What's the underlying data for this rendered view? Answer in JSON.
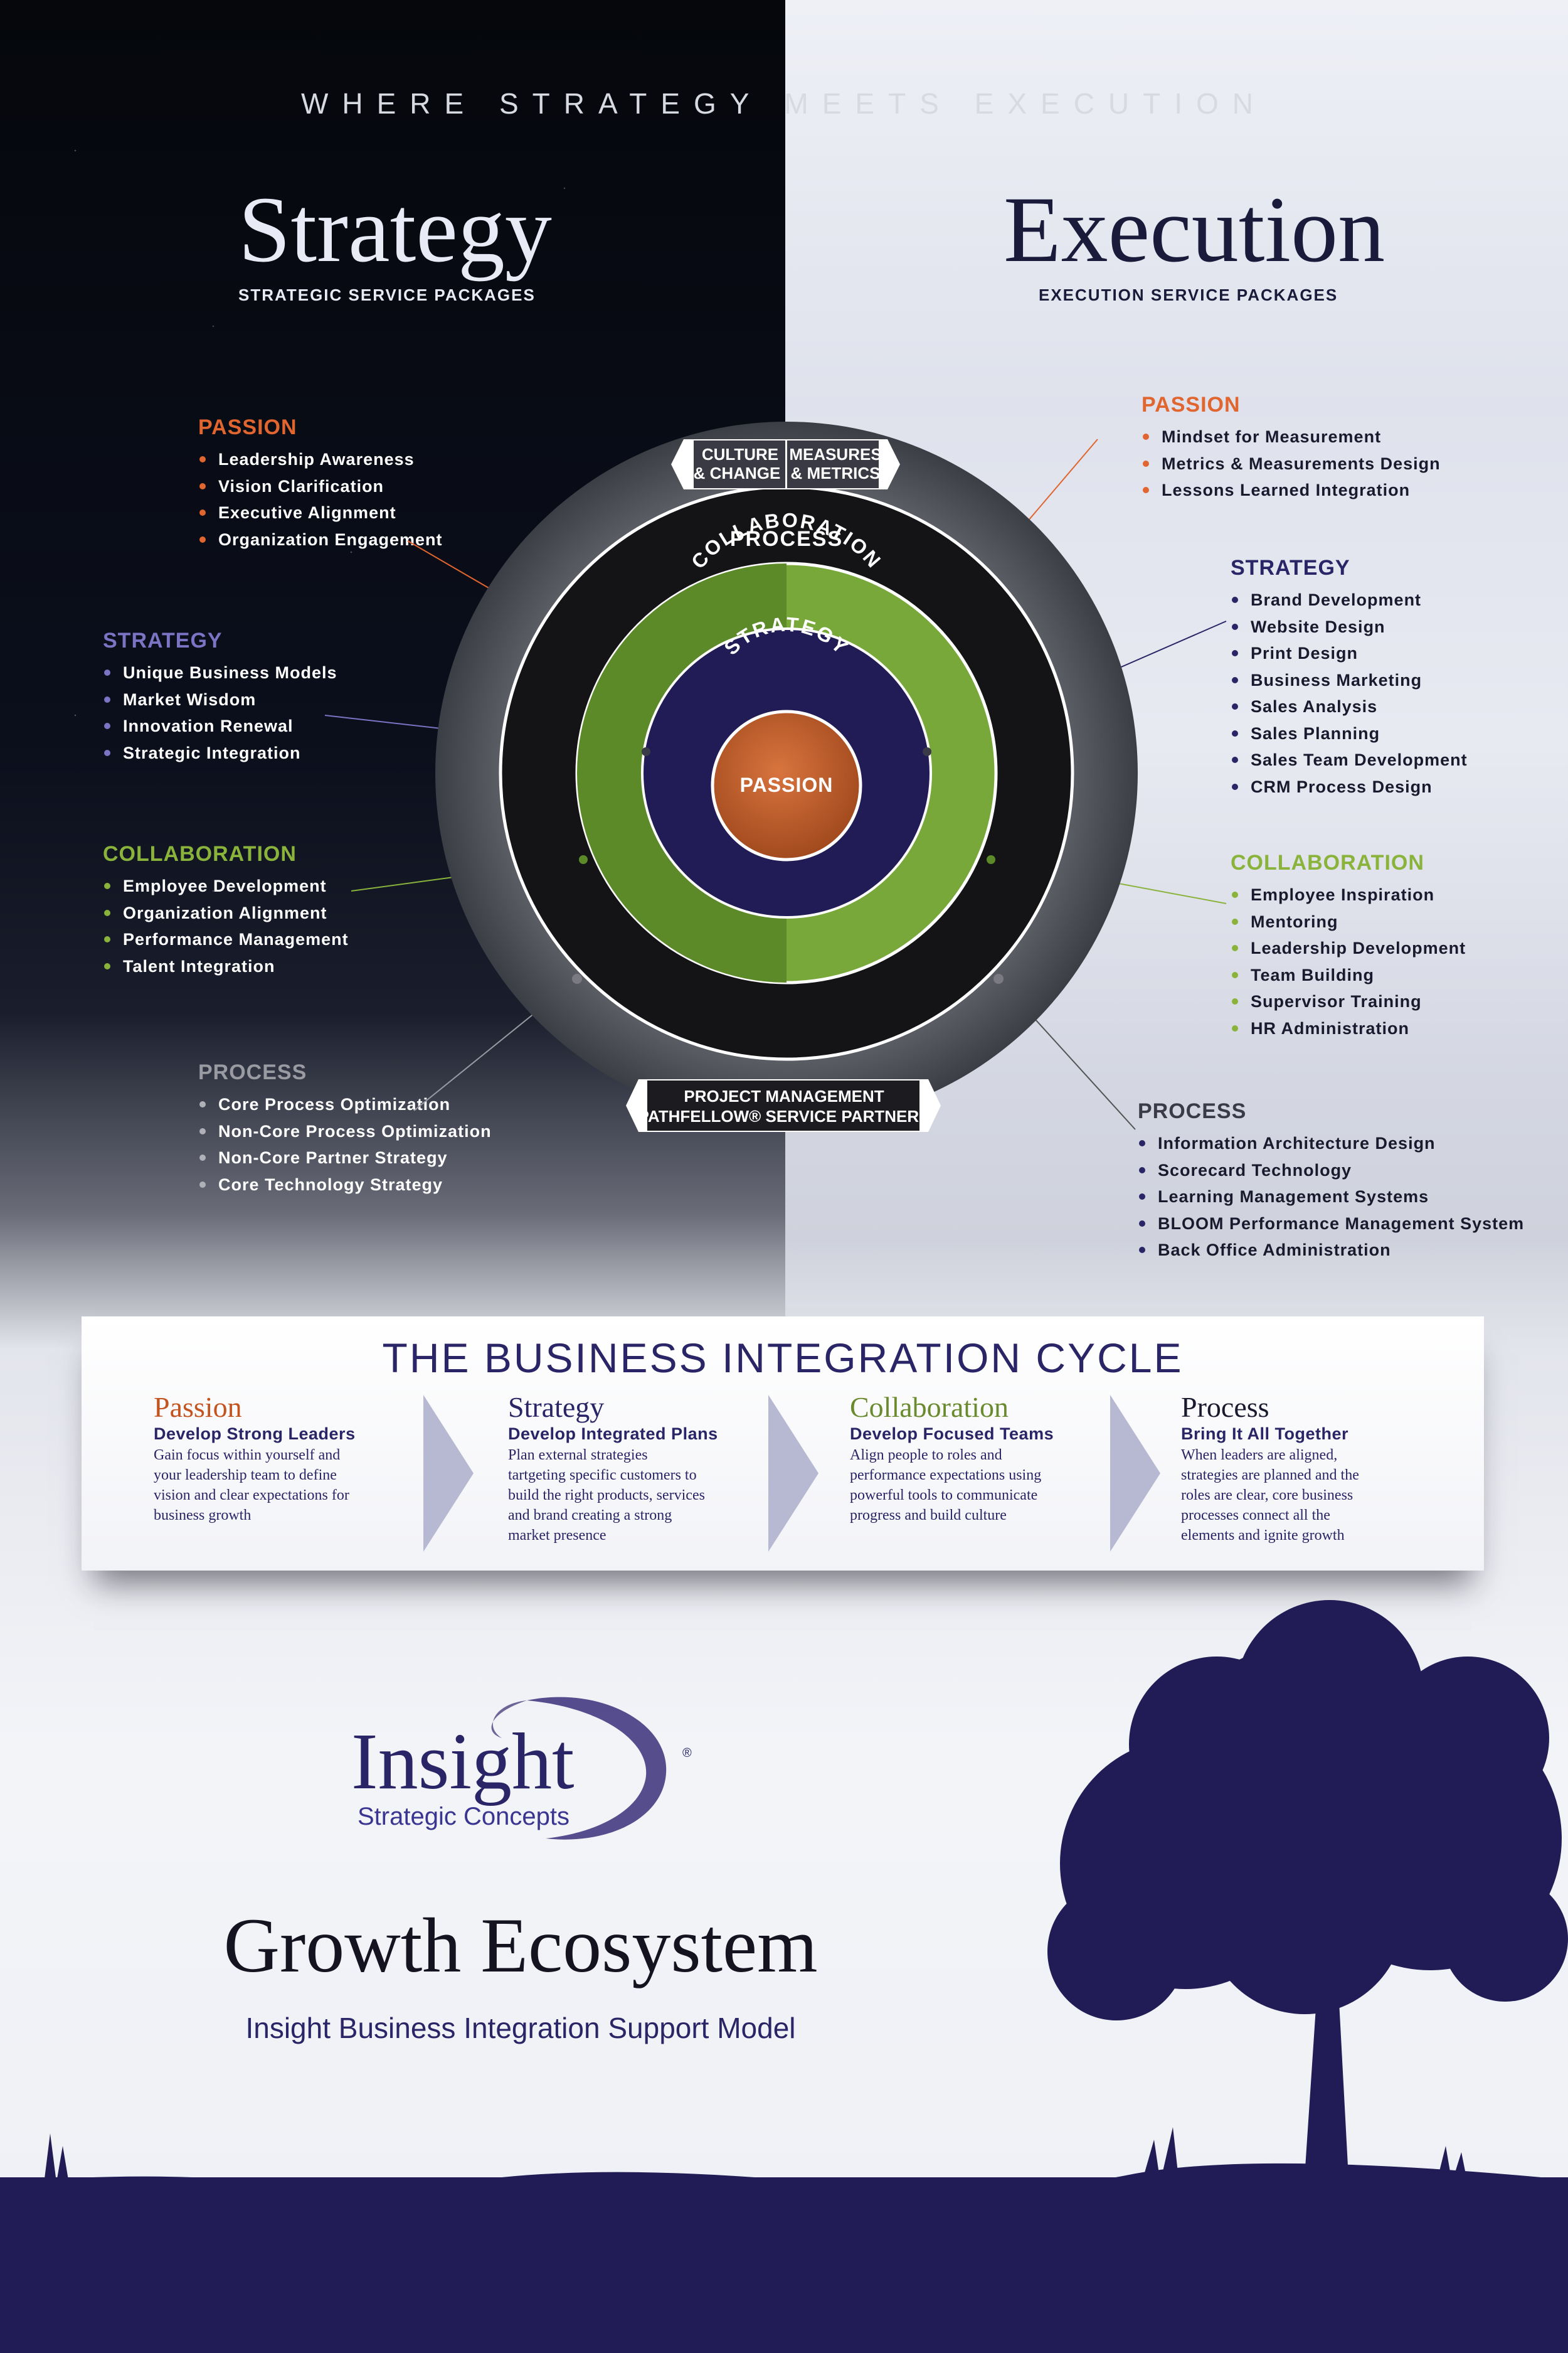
{
  "header": {
    "tagline": "WHERE STRATEGY MEETS EXECUTION",
    "left_title": "Strategy",
    "left_subtitle": "STRATEGIC SERVICE PACKAGES",
    "right_title": "Execution",
    "right_subtitle": "EXECUTION SERVICE PACKAGES"
  },
  "colors": {
    "passion": "#e0652f",
    "strategy": "#7a74c4",
    "collaboration": "#8ab33b",
    "process": "#9a9aa2",
    "navy": "#2a2566"
  },
  "strategy_side": {
    "passion": {
      "title": "PASSION",
      "items": [
        "Leadership Awareness",
        "Vision Clarification",
        "Executive Alignment",
        "Organization Engagement"
      ]
    },
    "strategy": {
      "title": "STRATEGY",
      "items": [
        "Unique Business Models",
        "Market Wisdom",
        "Innovation Renewal",
        "Strategic Integration"
      ]
    },
    "collaboration": {
      "title": "COLLABORATION",
      "items": [
        "Employee Development",
        "Organization Alignment",
        "Performance Management",
        "Talent Integration"
      ]
    },
    "process": {
      "title": "PROCESS",
      "items": [
        "Core Process Optimization",
        "Non-Core Process Optimization",
        "Non-Core Partner Strategy",
        "Core Technology Strategy"
      ]
    }
  },
  "execution_side": {
    "passion": {
      "title": "PASSION",
      "items": [
        "Mindset for Measurement",
        "Metrics & Measurements Design",
        "Lessons Learned Integration"
      ]
    },
    "strategy": {
      "title": "STRATEGY",
      "items": [
        "Brand Development",
        "Website Design",
        "Print Design",
        "Business Marketing",
        "Sales Analysis",
        "Sales Planning",
        "Sales Team Development",
        "CRM Process Design"
      ]
    },
    "collaboration": {
      "title": "COLLABORATION",
      "items": [
        "Employee Inspiration",
        "Mentoring",
        "Leadership Development",
        "Team Building",
        "Supervisor Training",
        "HR Administration"
      ]
    },
    "process": {
      "title": "PROCESS",
      "items": [
        "Information Architecture Design",
        "Scorecard Technology",
        "Learning Management Systems",
        "BLOOM Performance Management System",
        "Back Office Administration"
      ]
    }
  },
  "wheel": {
    "top_left_tab": [
      "CULTURE",
      "& CHANGE"
    ],
    "top_right_tab": [
      "MEASURES",
      "& METRICS"
    ],
    "bottom_tab": [
      "PROJECT MANAGEMENT",
      "PATHFELLOW® SERVICE PARTNERS"
    ],
    "rings": [
      "PROCESS",
      "COLLABORATION",
      "STRATEGY",
      "PASSION"
    ]
  },
  "cycle": {
    "title": "THE BUSINESS INTEGRATION CYCLE",
    "steps": [
      {
        "name": "Passion",
        "goal": "Develop Strong Leaders",
        "desc": [
          "Gain focus within yourself and",
          "your leadership team to define",
          "vision and clear expectations for",
          "business growth"
        ]
      },
      {
        "name": "Strategy",
        "goal": "Develop Integrated Plans",
        "desc": [
          "Plan external strategies",
          "tartgeting specific customers to",
          "build the right products, services",
          "and brand creating a strong",
          "market presence"
        ]
      },
      {
        "name": "Collaboration",
        "goal": "Develop Focused Teams",
        "desc": [
          "Align people to roles and",
          "performance expectations using",
          "powerful tools to communicate",
          "progress and build culture"
        ]
      },
      {
        "name": "Process",
        "goal": "Bring It All Together",
        "desc": [
          "When leaders are aligned,",
          "strategies are planned and the",
          "roles are clear, core business",
          "processes connect all the",
          "elements and ignite growth"
        ]
      }
    ]
  },
  "brand": {
    "logo_name": "Insight",
    "logo_tagline": "Strategic Concepts",
    "title": "Growth Ecosystem",
    "subtitle": "Insight Business Integration Support Model"
  }
}
